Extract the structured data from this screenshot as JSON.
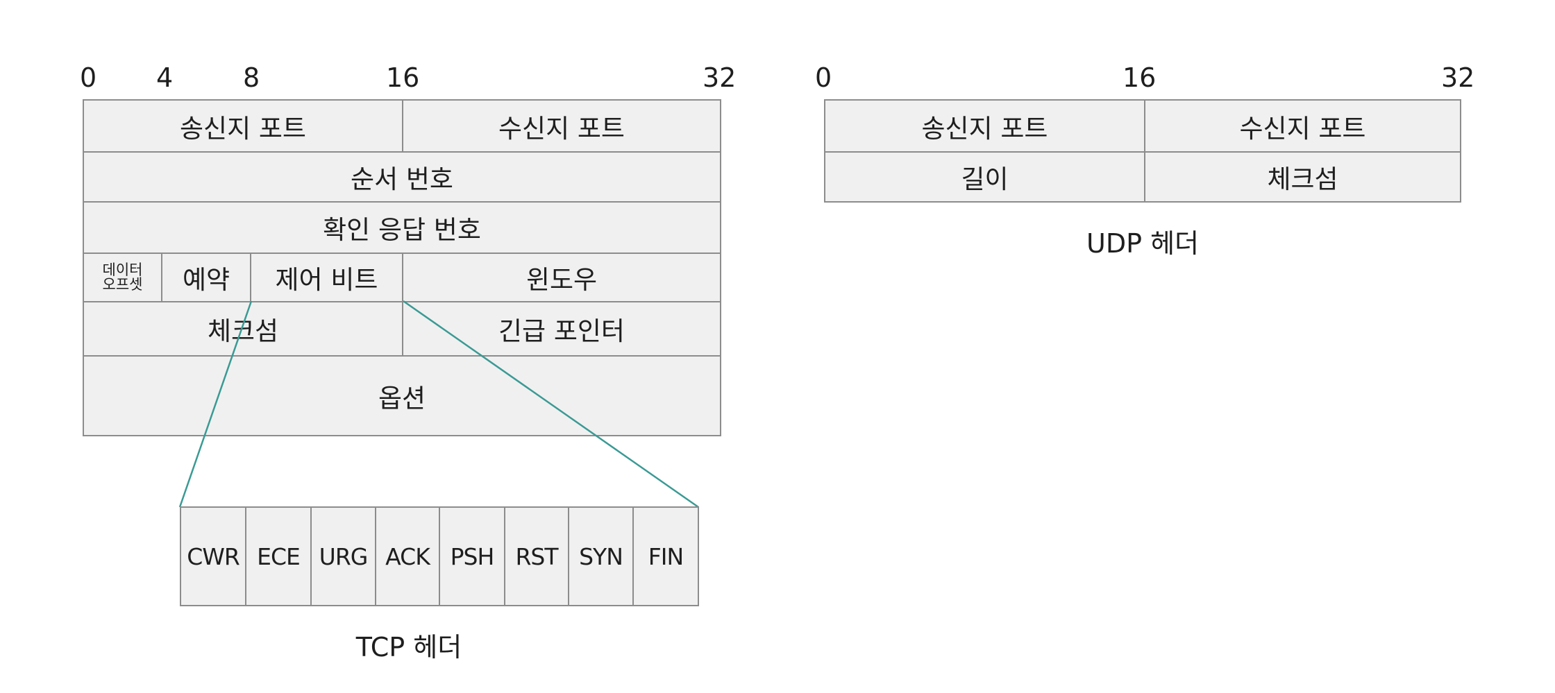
{
  "tcp": {
    "ticks": [
      "0",
      "4",
      "8",
      "16",
      "32"
    ],
    "src_port": "송신지 포트",
    "dst_port": "수신지 포트",
    "seq": "순서 번호",
    "ack": "확인 응답 번호",
    "offset_line1": "데이터",
    "offset_line2": "오프셋",
    "reserved": "예약",
    "control_bits": "제어 비트",
    "window": "윈도우",
    "checksum": "체크섬",
    "urgent": "긴급 포인터",
    "options": "옵션",
    "flags": [
      "CWR",
      "ECE",
      "URG",
      "ACK",
      "PSH",
      "RST",
      "SYN",
      "FIN"
    ],
    "caption": "TCP 헤더"
  },
  "udp": {
    "ticks": [
      "0",
      "16",
      "32"
    ],
    "src_port": "송신지 포트",
    "dst_port": "수신지 포트",
    "length": "길이",
    "checksum": "체크섬",
    "caption": "UDP 헤더"
  },
  "colors": {
    "cell_fill": "#f0f0f0",
    "border": "#8c8c8c",
    "connector": "#3a9a94"
  }
}
